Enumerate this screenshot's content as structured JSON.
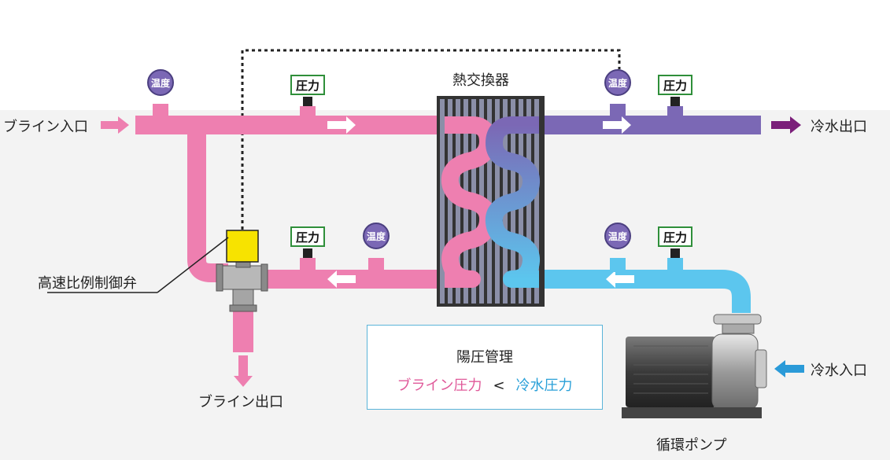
{
  "labels": {
    "brine_inlet": "ブライン入口",
    "brine_outlet": "ブライン出口",
    "chilled_water_outlet": "冷水出口",
    "chilled_water_inlet": "冷水入口",
    "heat_exchanger": "熱交換器",
    "valve": "高速比例制御弁",
    "pump": "循環ポンプ"
  },
  "gauges": {
    "temperature": "温度",
    "pressure": "圧力"
  },
  "pressure_box": {
    "title": "陽圧管理",
    "brine_pressure": "ブライン圧力",
    "comparator": "<",
    "water_pressure": "冷水圧力"
  },
  "colors": {
    "brine": "#ee7fb0",
    "chilled_outlet": "#7b68b5",
    "chilled_inlet": "#5cc6ee",
    "valve": "#f7e300",
    "pressure_gauge_border": "#2f8f3a",
    "temperature_gauge": "#7b68b5"
  }
}
